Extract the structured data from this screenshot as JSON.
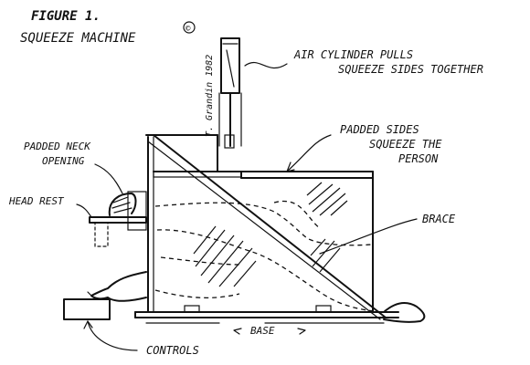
{
  "figure": {
    "title": "FIGURE 1.",
    "subtitle": "SQUEEZE MACHINE",
    "copyright_symbol": "©",
    "signature": "T. Grandin 1982"
  },
  "labels": {
    "air_cylinder_line1": "AIR CYLINDER PULLS",
    "air_cylinder_line2": "SQUEEZE SIDES TOGETHER",
    "padded_sides_line1": "PADDED SIDES",
    "padded_sides_line2": "SQUEEZE THE",
    "padded_sides_line3": "PERSON",
    "padded_neck_line1": "PADDED NECK",
    "padded_neck_line2": "OPENING",
    "head_rest": "HEAD REST",
    "brace": "BRACE",
    "base": "BASE",
    "controls": "CONTROLS"
  },
  "icons": {
    "arrow": "curved-arrow",
    "copyright": "copyright-icon"
  }
}
